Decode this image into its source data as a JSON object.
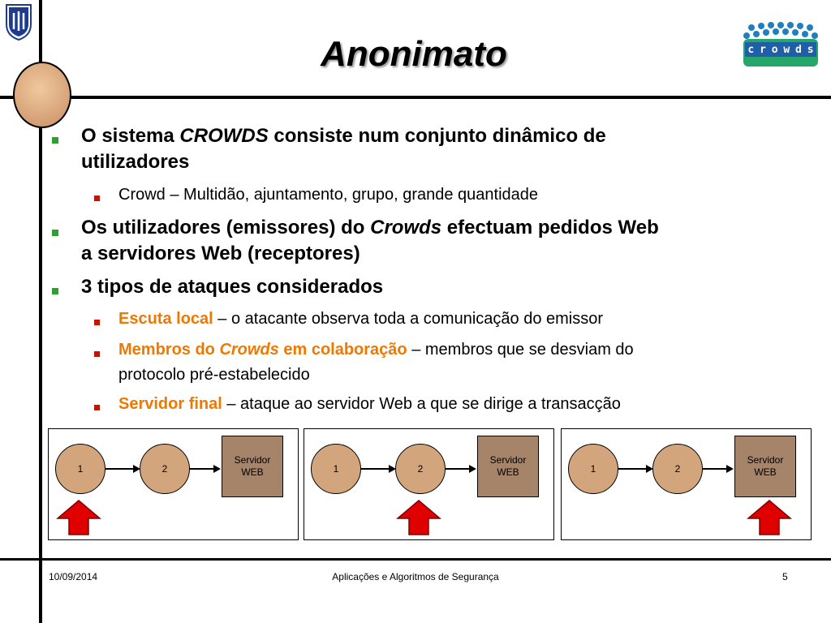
{
  "slide": {
    "title": "Anonimato",
    "logo_crowds_letters": [
      "c",
      "r",
      "o",
      "w",
      "d",
      "s"
    ]
  },
  "bullets": {
    "b1_line1_pre": "O sistema ",
    "b1_line1_em": "CROWDS",
    "b1_line1_post": " consiste num conjunto dinâmico de",
    "b1_line2": "utilizadores",
    "b1_sub1": "Crowd – Multidão, ajuntamento, grupo, grande quantidade",
    "b2_line1_pre": "Os utilizadores (emissores) do ",
    "b2_line1_em": "Crowds",
    "b2_line1_post": " efectuam pedidos Web",
    "b2_line2": "a servidores Web (receptores)",
    "b3": "3 tipos de ataques considerados",
    "b3_sub1_term": "Escuta local",
    "b3_sub1_rest": " – o atacante observa toda a comunicação do emissor",
    "b3_sub2_term_pre": "Membros do ",
    "b3_sub2_term_em": "Crowds",
    "b3_sub2_term_post": " em colaboração",
    "b3_sub2_rest": " – membros que se desviam do",
    "b3_sub2_line2": "protocolo pré-estabelecido",
    "b3_sub3_term": "Servidor final",
    "b3_sub3_rest": " – ataque ao servidor Web a que se dirige a transacção"
  },
  "diagrams": [
    {
      "node1": "1",
      "node2": "2",
      "server_line1": "Servidor",
      "server_line2": "WEB",
      "attack_target": "node1"
    },
    {
      "node1": "1",
      "node2": "2",
      "server_line1": "Servidor",
      "server_line2": "WEB",
      "attack_target": "node2"
    },
    {
      "node1": "1",
      "node2": "2",
      "server_line1": "Servidor",
      "server_line2": "WEB",
      "attack_target": "server"
    }
  ],
  "footer": {
    "date": "10/09/2014",
    "course": "Aplicações e Algoritmos de Segurança",
    "page": "5"
  },
  "colors": {
    "bullet_level1": "#2ea02e",
    "bullet_level2": "#cc1100",
    "highlight": "#f07800",
    "attack_arrow": "#e00000",
    "node_fill": "#d2a57d",
    "server_fill": "#a5846a"
  }
}
